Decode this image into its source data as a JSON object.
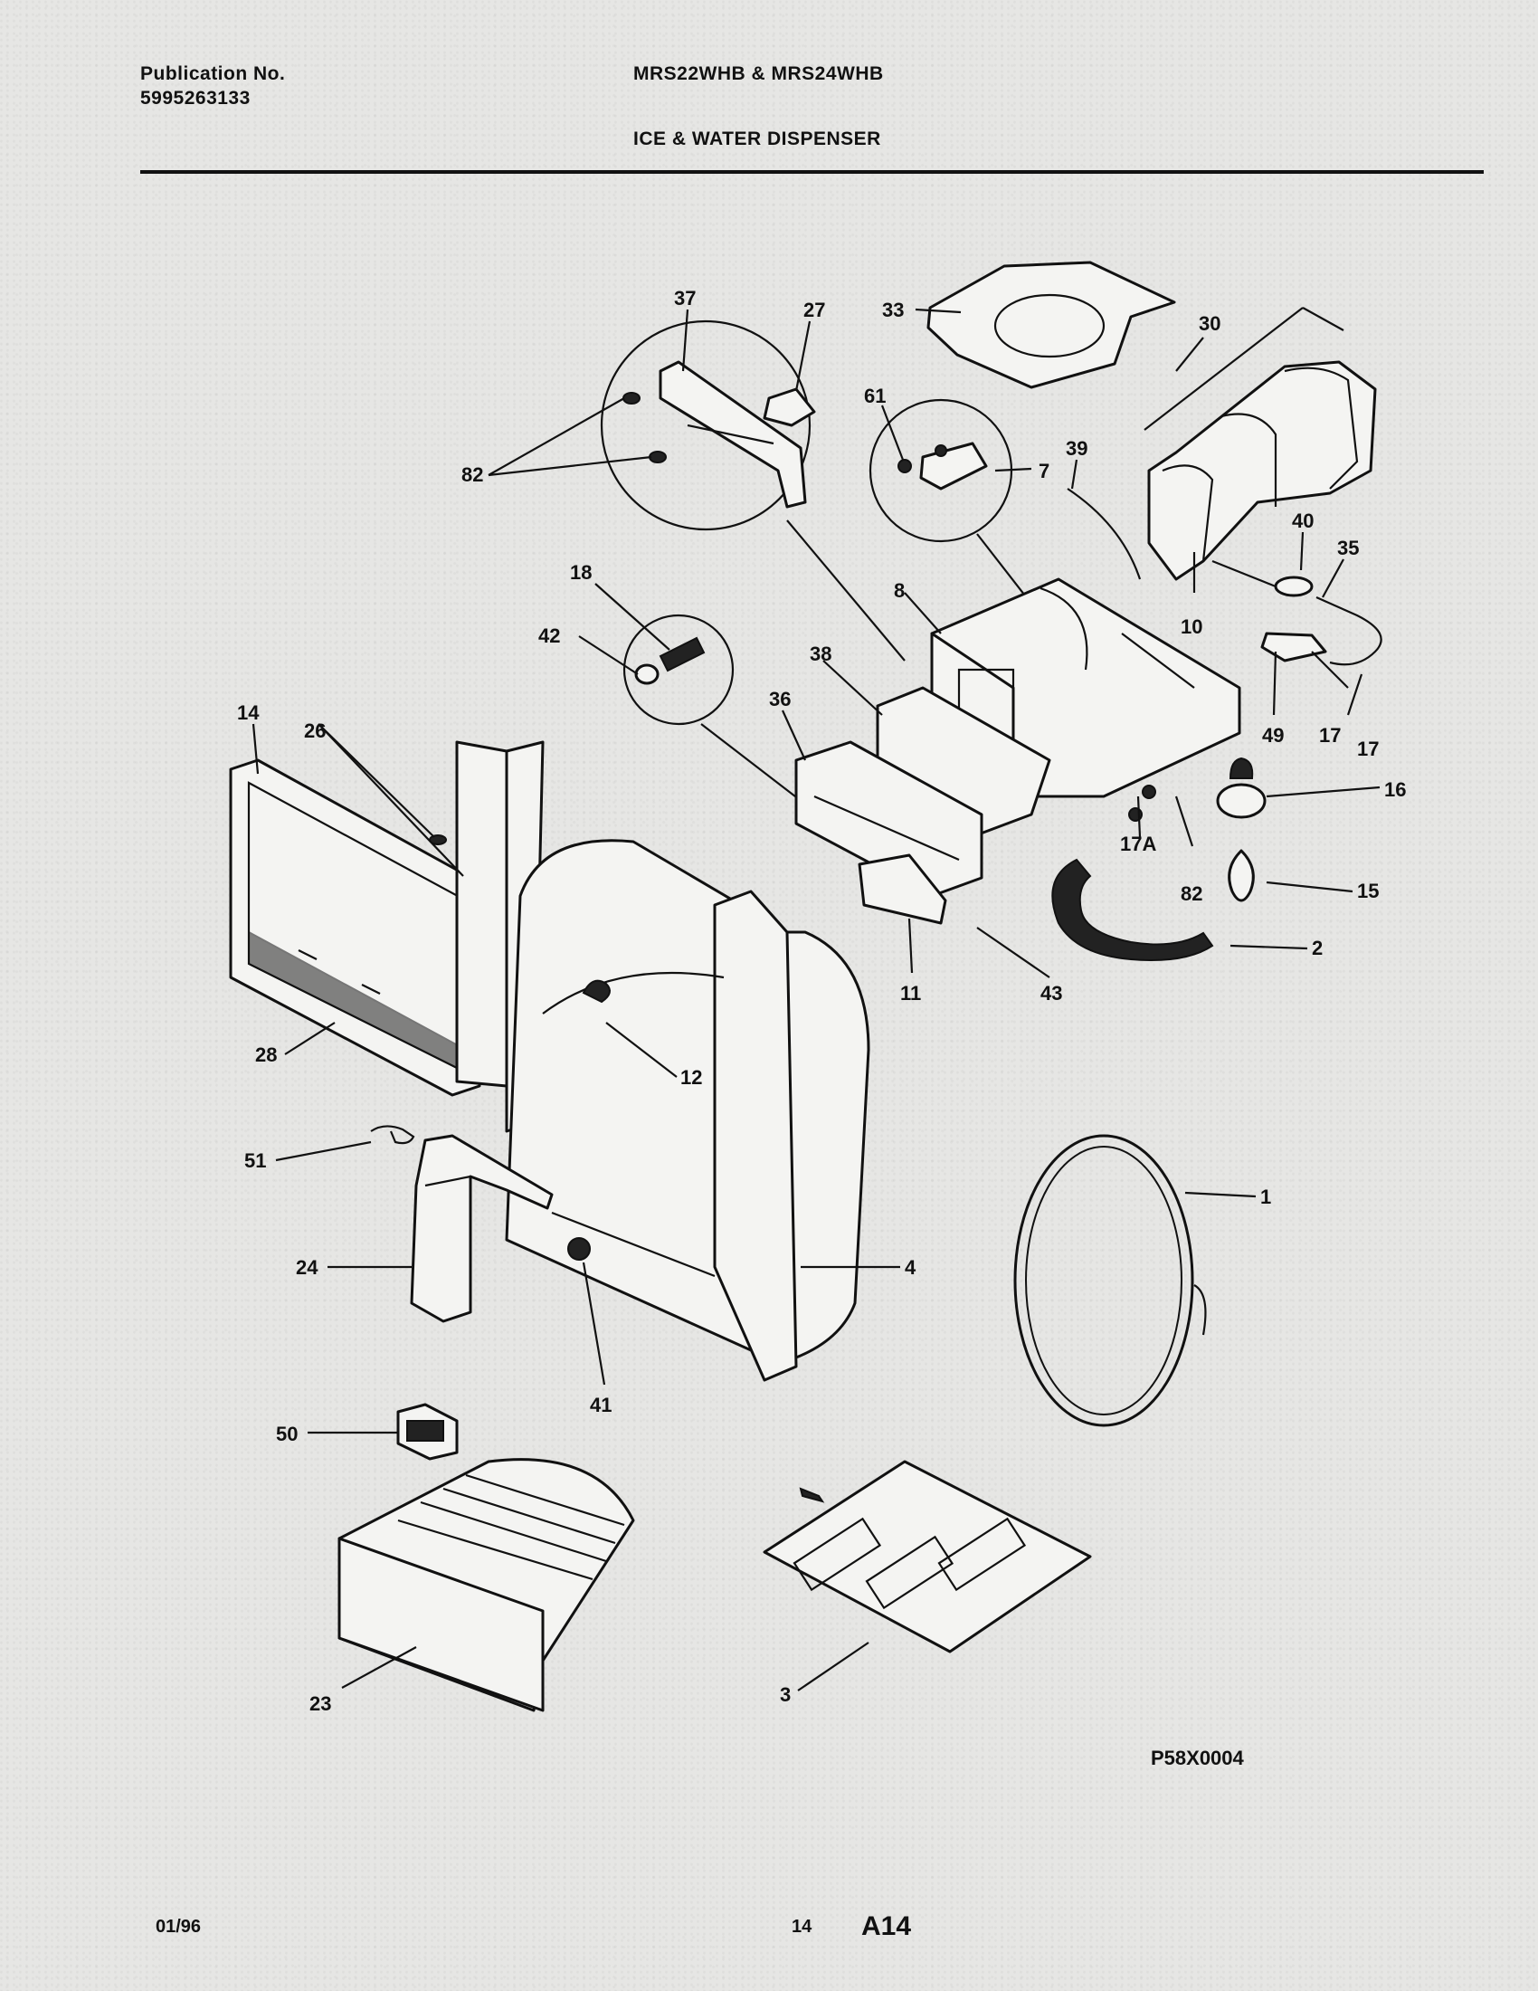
{
  "header": {
    "publication_label": "Publication No.",
    "publication_number": "5995263133",
    "models": "MRS22WHB & MRS24WHB",
    "section": "ICE & WATER DISPENSER"
  },
  "diagram": {
    "part_labels": [
      "37",
      "27",
      "33",
      "30",
      "61",
      "82",
      "7",
      "39",
      "40",
      "35",
      "8",
      "10",
      "18",
      "42",
      "38",
      "36",
      "49",
      "17",
      "17",
      "16",
      "14",
      "26",
      "17A",
      "82",
      "15",
      "2",
      "11",
      "43",
      "28",
      "12",
      "51",
      "1",
      "24",
      "4",
      "41",
      "50",
      "23",
      "3"
    ],
    "figure_code": "P58X0004"
  },
  "footer": {
    "date": "01/96",
    "page_number": "14",
    "page_ref": "A14"
  }
}
